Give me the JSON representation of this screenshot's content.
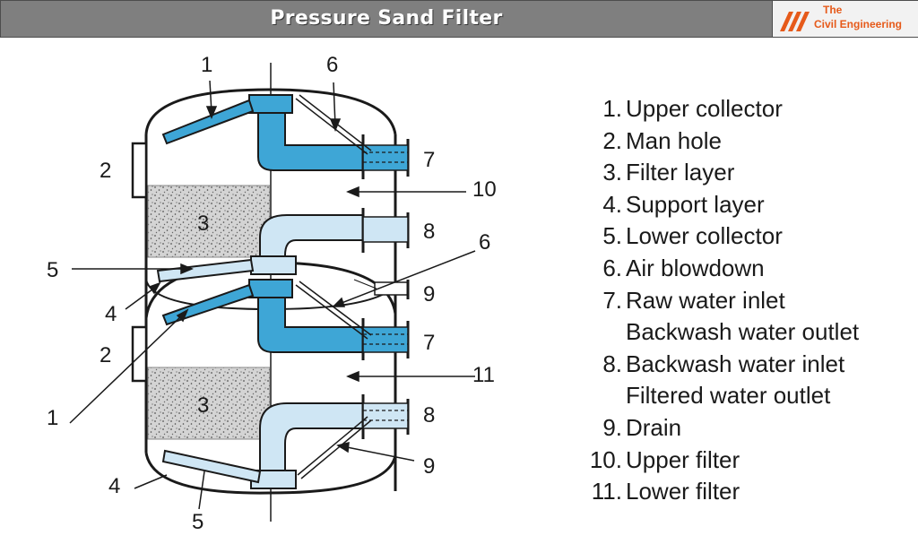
{
  "header": {
    "title": "Pressure Sand Filter",
    "logo_line1": "The",
    "logo_line2": "Civil Engineering"
  },
  "diagram": {
    "colors": {
      "pipe_dark": "#3ea6d6",
      "pipe_light": "#cfe6f4",
      "media": "#d2d2d2",
      "outline": "#1a1a1a"
    },
    "labels": {
      "upper_collector_top": "1",
      "air_blowdown_top": "6",
      "man_hole_top": "2",
      "raw_inlet_top": "7",
      "upper_filter": "10",
      "filter_layer_top": "3",
      "backwash_inlet_top": "8",
      "air_blowdown_mid": "6",
      "lower_collector_top": "5",
      "drain_top": "9",
      "support_layer_top": "4",
      "man_hole_bottom": "2",
      "raw_inlet_bottom": "7",
      "lower_filter": "11",
      "upper_collector_bottom": "1",
      "filter_layer_bottom": "3",
      "backwash_inlet_bottom": "8",
      "drain_bottom": "9",
      "support_layer_bottom": "4",
      "lower_collector_bottom": "5"
    }
  },
  "legend": [
    {
      "num": "1.",
      "text": "Upper collector"
    },
    {
      "num": "2.",
      "text": "Man hole"
    },
    {
      "num": "3.",
      "text": "Filter layer"
    },
    {
      "num": "4.",
      "text": "Support layer"
    },
    {
      "num": "5.",
      "text": "Lower collector"
    },
    {
      "num": "6.",
      "text": "Air blowdown"
    },
    {
      "num": "7.",
      "text": "Raw water inlet"
    },
    {
      "num": "",
      "text": "Backwash water outlet"
    },
    {
      "num": "8.",
      "text": "Backwash water inlet"
    },
    {
      "num": "",
      "text": "Filtered water outlet"
    },
    {
      "num": "9.",
      "text": "Drain"
    },
    {
      "num": "10.",
      "text": "Upper filter"
    },
    {
      "num": "11.",
      "text": "Lower filter"
    }
  ]
}
